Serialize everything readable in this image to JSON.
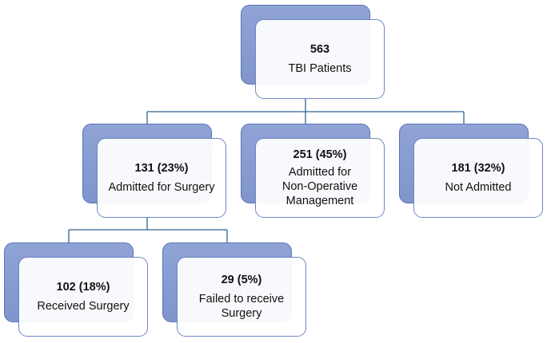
{
  "nodes": [
    {
      "id": "root",
      "count": "563",
      "label": "TBI Patients"
    },
    {
      "id": "admitted-surgery",
      "count": "131 (23%)",
      "label": "Admitted for Surgery"
    },
    {
      "id": "admitted-nonop",
      "count": "251 (45%)",
      "label": "Admitted for\nNon-Operative\nManagement"
    },
    {
      "id": "not-admitted",
      "count": "181 (32%)",
      "label": "Not Admitted"
    },
    {
      "id": "received-surgery",
      "count": "102 (18%)",
      "label": "Received Surgery"
    },
    {
      "id": "failed-surgery",
      "count": "29 (5%)",
      "label": "Failed to receive\nSurgery"
    }
  ],
  "edges": [
    [
      "root",
      "admitted-surgery"
    ],
    [
      "root",
      "admitted-nonop"
    ],
    [
      "root",
      "not-admitted"
    ],
    [
      "admitted-surgery",
      "received-surgery"
    ],
    [
      "admitted-surgery",
      "failed-surgery"
    ]
  ],
  "colors": {
    "box_back": "#7f95cc",
    "box_front": "#ffffff",
    "connector": "#2f6390"
  }
}
